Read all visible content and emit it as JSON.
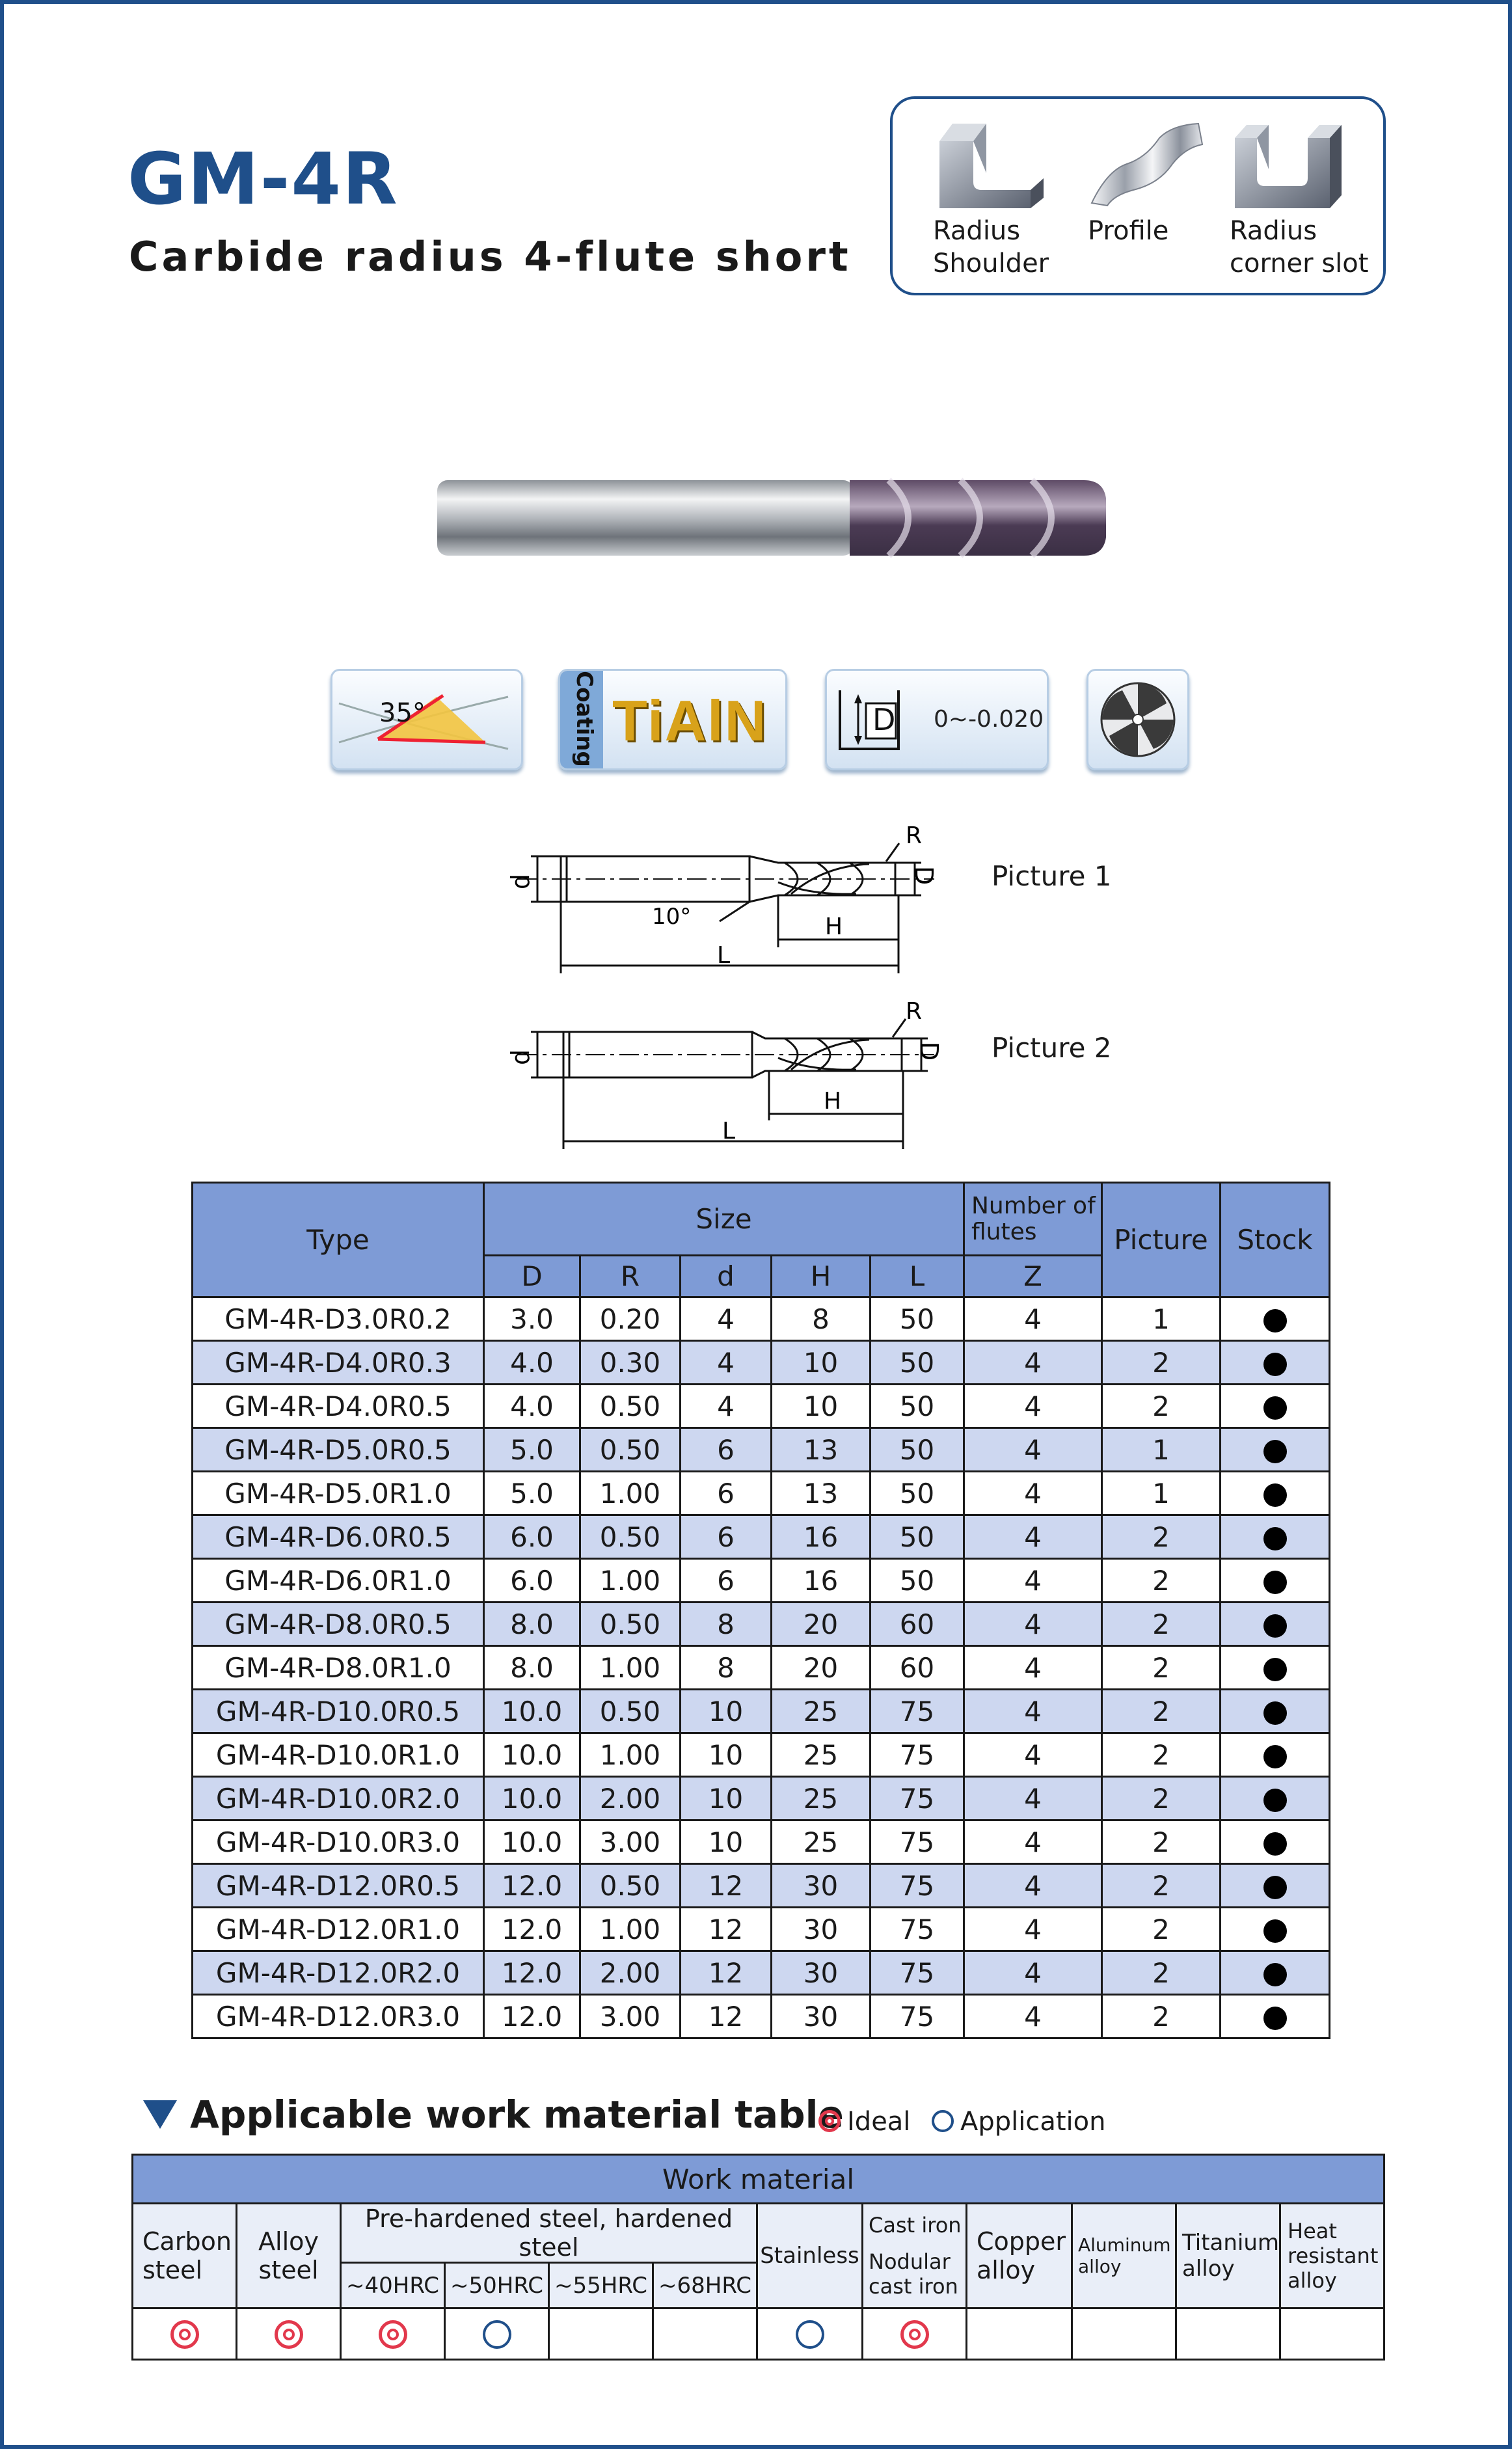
{
  "header": {
    "title": "GM-4R",
    "subtitle": "Carbide radius 4-flute short"
  },
  "operations": [
    {
      "icon": "radius-shoulder-icon",
      "line1": "Radius",
      "line2": "Shoulder"
    },
    {
      "icon": "profile-icon",
      "line1": "Profile",
      "line2": ""
    },
    {
      "icon": "radius-corner-slot-icon",
      "line1": "Radius",
      "line2": "corner slot"
    }
  ],
  "features": {
    "helix_angle": "35°",
    "coating_label": "Coating",
    "coating_name": "TiAlN",
    "tolerance_symbol": "D",
    "tolerance_value": "0~-0.020",
    "flute_icon": "four-flute-icon"
  },
  "pictures": [
    {
      "label": "Picture 1",
      "d": "d",
      "D": "D",
      "R": "R",
      "H": "H",
      "L": "L",
      "angle": "10°"
    },
    {
      "label": "Picture 2",
      "d": "d",
      "D": "D",
      "R": "R",
      "H": "H",
      "L": "L"
    }
  ],
  "spec_table": {
    "headers": {
      "type": "Type",
      "size": "Size",
      "flutes_line1": "Number of",
      "flutes_line2": "flutes",
      "picture": "Picture",
      "stock": "Stock",
      "sub": [
        "D",
        "R",
        "d",
        "H",
        "L",
        "Z"
      ]
    },
    "rows": [
      [
        "GM-4R-D3.0R0.2",
        "3.0",
        "0.20",
        "4",
        "8",
        "50",
        "4",
        "1"
      ],
      [
        "GM-4R-D4.0R0.3",
        "4.0",
        "0.30",
        "4",
        "10",
        "50",
        "4",
        "2"
      ],
      [
        "GM-4R-D4.0R0.5",
        "4.0",
        "0.50",
        "4",
        "10",
        "50",
        "4",
        "2"
      ],
      [
        "GM-4R-D5.0R0.5",
        "5.0",
        "0.50",
        "6",
        "13",
        "50",
        "4",
        "1"
      ],
      [
        "GM-4R-D5.0R1.0",
        "5.0",
        "1.00",
        "6",
        "13",
        "50",
        "4",
        "1"
      ],
      [
        "GM-4R-D6.0R0.5",
        "6.0",
        "0.50",
        "6",
        "16",
        "50",
        "4",
        "2"
      ],
      [
        "GM-4R-D6.0R1.0",
        "6.0",
        "1.00",
        "6",
        "16",
        "50",
        "4",
        "2"
      ],
      [
        "GM-4R-D8.0R0.5",
        "8.0",
        "0.50",
        "8",
        "20",
        "60",
        "4",
        "2"
      ],
      [
        "GM-4R-D8.0R1.0",
        "8.0",
        "1.00",
        "8",
        "20",
        "60",
        "4",
        "2"
      ],
      [
        "GM-4R-D10.0R0.5",
        "10.0",
        "0.50",
        "10",
        "25",
        "75",
        "4",
        "2"
      ],
      [
        "GM-4R-D10.0R1.0",
        "10.0",
        "1.00",
        "10",
        "25",
        "75",
        "4",
        "2"
      ],
      [
        "GM-4R-D10.0R2.0",
        "10.0",
        "2.00",
        "10",
        "25",
        "75",
        "4",
        "2"
      ],
      [
        "GM-4R-D10.0R3.0",
        "10.0",
        "3.00",
        "10",
        "25",
        "75",
        "4",
        "2"
      ],
      [
        "GM-4R-D12.0R0.5",
        "12.0",
        "0.50",
        "12",
        "30",
        "75",
        "4",
        "2"
      ],
      [
        "GM-4R-D12.0R1.0",
        "12.0",
        "1.00",
        "12",
        "30",
        "75",
        "4",
        "2"
      ],
      [
        "GM-4R-D12.0R2.0",
        "12.0",
        "2.00",
        "12",
        "30",
        "75",
        "4",
        "2"
      ],
      [
        "GM-4R-D12.0R3.0",
        "12.0",
        "3.00",
        "12",
        "30",
        "75",
        "4",
        "2"
      ]
    ],
    "stock_mark": "filled-circle"
  },
  "work_material": {
    "section_title": "Applicable work material table",
    "legend_ideal": "Ideal",
    "legend_application": "Application",
    "header": "Work material",
    "columns": {
      "carbon1": "Carbon",
      "carbon2": "steel",
      "alloy1": "Alloy",
      "alloy2": "steel",
      "prehard": "Pre-hardened steel, hardened steel",
      "hrc": [
        "~40HRC",
        "~50HRC",
        "~55HRC",
        "~68HRC"
      ],
      "stainless": "Stainless",
      "castiron": "Cast iron",
      "nodular1": "Nodular",
      "nodular2": "cast iron",
      "copper1": "Copper",
      "copper2": "alloy",
      "aluminum1": "Aluminum",
      "aluminum2": "alloy",
      "titanium1": "Titanium",
      "titanium2": "alloy",
      "heat1": "Heat",
      "heat2": "resistant",
      "heat3": "alloy"
    },
    "marks": [
      "ideal",
      "ideal",
      "ideal",
      "application",
      "",
      "",
      "application",
      "ideal",
      "",
      "",
      "",
      ""
    ]
  },
  "colors": {
    "brand_blue": "#1f4f8a",
    "header_fill": "#7e9bd6",
    "stripe_fill": "#cdd7f0",
    "ideal_red": "#e2384c"
  }
}
